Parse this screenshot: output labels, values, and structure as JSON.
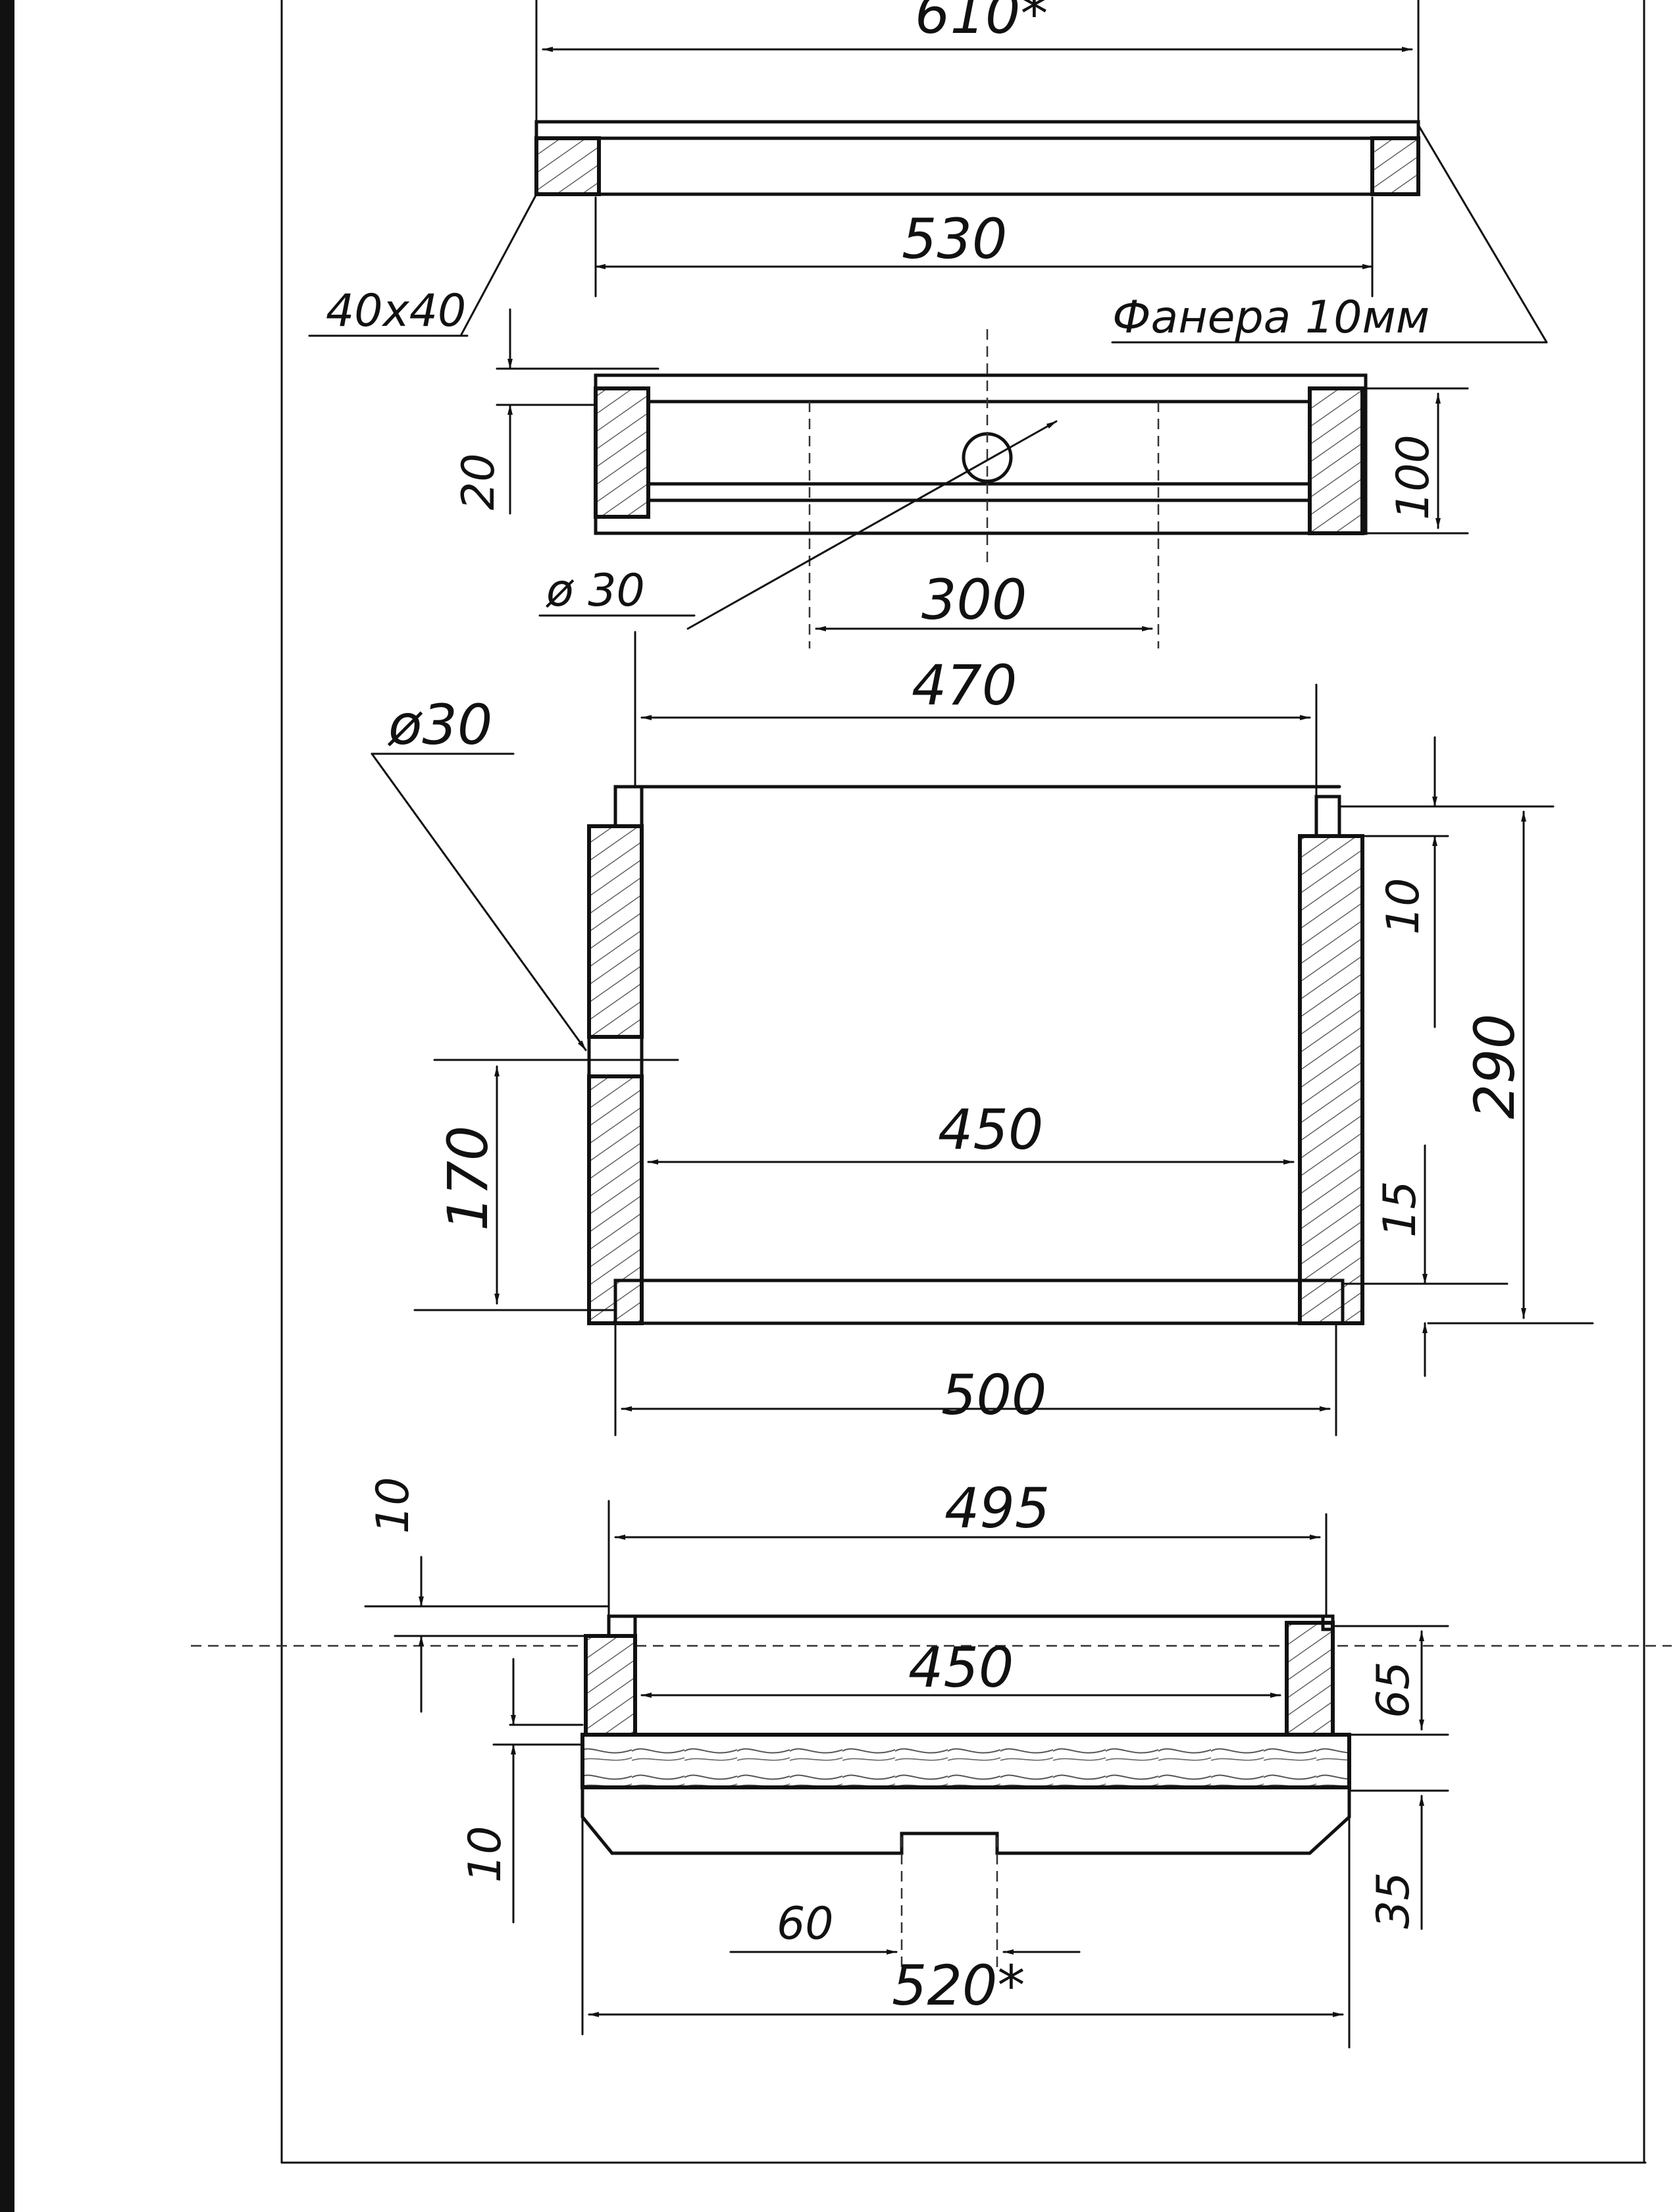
{
  "drawing": {
    "top_view": {
      "overall_width": "610*",
      "inner_width": "530",
      "bar_section": "40x40",
      "plywood_note": "Фанера 10мм"
    },
    "front_view": {
      "height_left": "20",
      "height_right": "100",
      "hole_diameter": "ø 30",
      "hole_spacing": "300"
    },
    "side_frame": {
      "top_width": "470",
      "hole_label": "ø30",
      "inner_width": "450",
      "bottom_width": "500",
      "left_height": "170",
      "right_top": "10",
      "right_total": "290",
      "right_bottom": "15"
    },
    "base_view": {
      "top_width": "495",
      "inner_width": "450",
      "left_top": "10",
      "left_bottom": "10",
      "right_upper": "65",
      "right_lower": "35",
      "notch_width": "60",
      "total_width": "520*"
    }
  }
}
